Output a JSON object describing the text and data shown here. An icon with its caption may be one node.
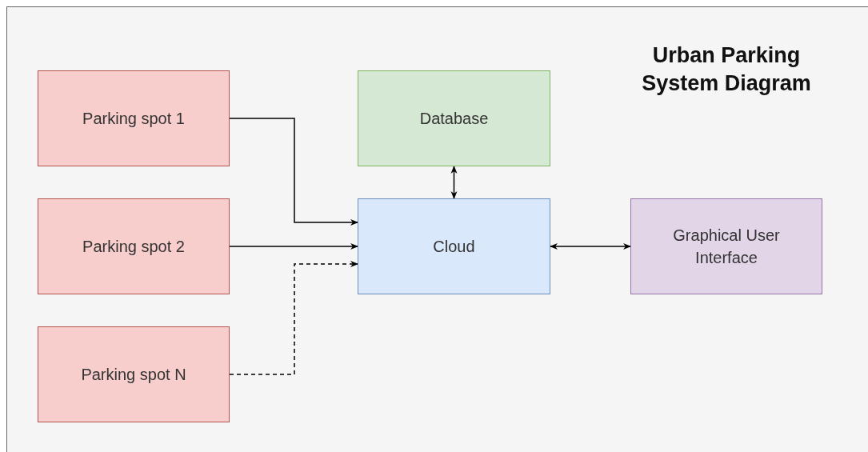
{
  "diagram": {
    "title": "Urban Parking System Diagram",
    "nodes": [
      {
        "text": [
          "Parking spot 1"
        ]
      },
      {
        "text": [
          "Parking spot 2"
        ]
      },
      {
        "text": [
          "Parking spot N"
        ]
      },
      {
        "text": [
          "Database"
        ]
      },
      {
        "text": [
          "Cloud"
        ]
      },
      {
        "text": [
          "Graphical User Interface"
        ]
      }
    ],
    "edges": [
      {
        "from": 0,
        "to": 4,
        "arrow": "to"
      },
      {
        "from": 1,
        "to": 4,
        "arrow": "to"
      },
      {
        "from": 2,
        "to": 4,
        "arrow": "to",
        "style": "dashed"
      },
      {
        "from": 3,
        "to": 4,
        "arrow": "both"
      },
      {
        "from": 4,
        "to": 5,
        "arrow": "both"
      }
    ]
  }
}
